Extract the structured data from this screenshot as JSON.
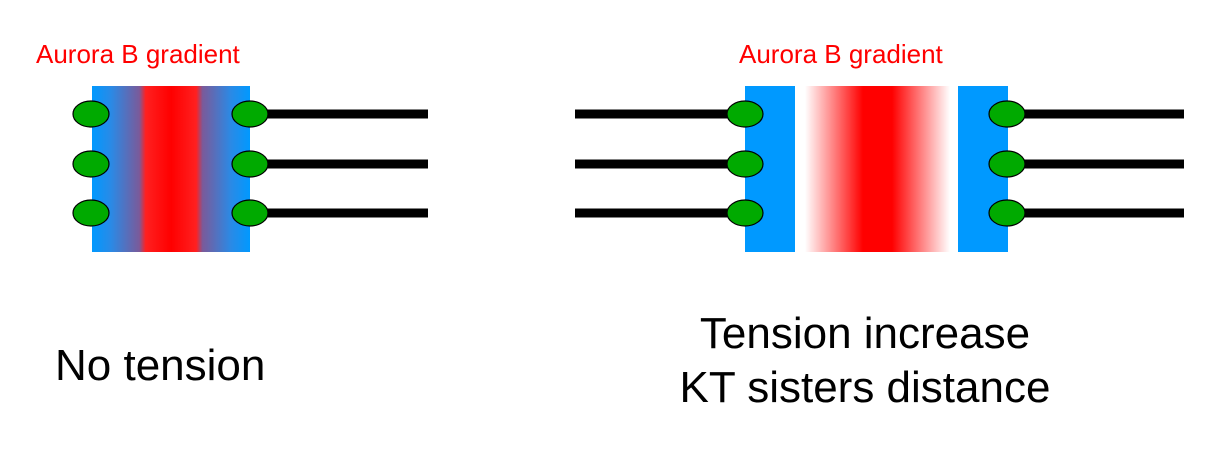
{
  "left_panel": {
    "gradient_label": "Aurora B gradient",
    "caption": "No tension"
  },
  "right_panel": {
    "gradient_label": "Aurora B gradient",
    "caption_line1": "Tension increase",
    "caption_line2": "KT sisters distance"
  },
  "colors": {
    "kinetochore_blue": "#0099ff",
    "aurora_red": "#ff0000",
    "kinetochore_green": "#00aa00",
    "microtubule_black": "#000000",
    "label_red": "#ff0000"
  }
}
